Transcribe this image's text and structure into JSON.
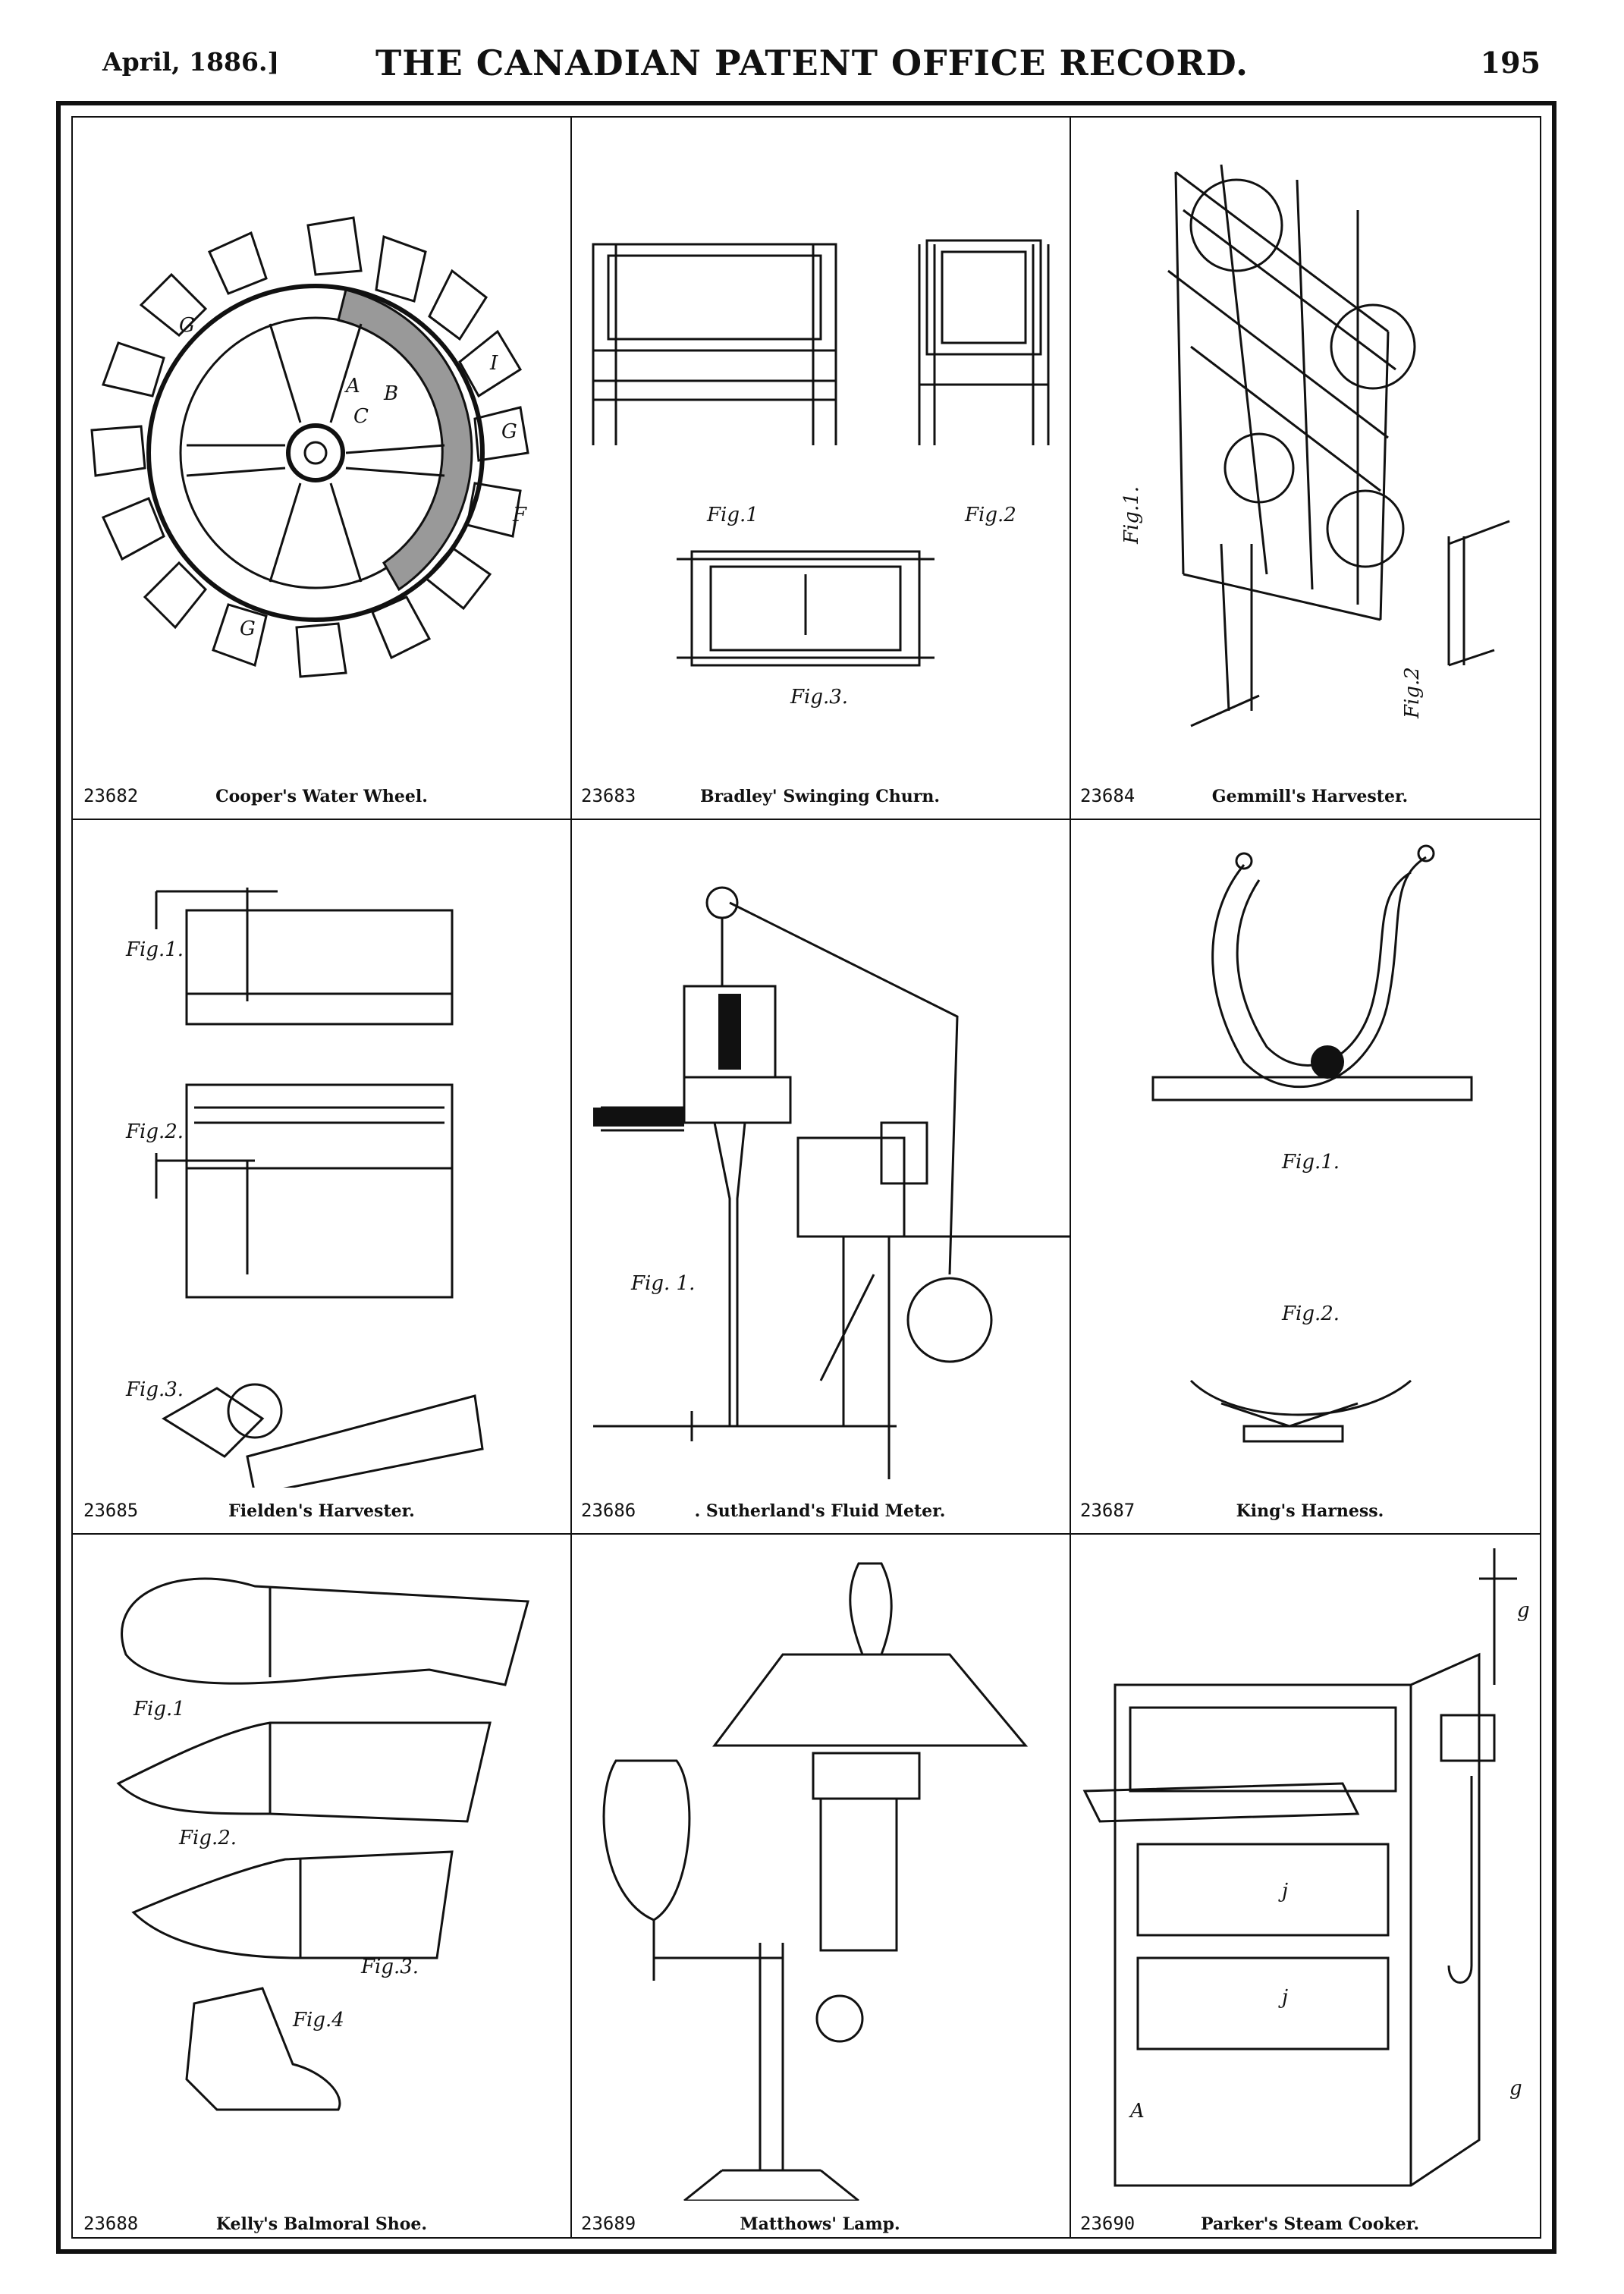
{
  "header": {
    "date": "April, 1886.]",
    "title": "THE CANADIAN PATENT OFFICE RECORD.",
    "page_number": "195"
  },
  "figures": [
    {
      "number": "23682",
      "title": "Cooper's Water Wheel."
    },
    {
      "number": "23683",
      "title": "Bradley' Swinging Churn."
    },
    {
      "number": "23684",
      "title": "Gemmill's Harvester."
    },
    {
      "number": "23685",
      "title": "Fielden's Harvester."
    },
    {
      "number": "23686",
      "title": ". Sutherland's Fluid Meter."
    },
    {
      "number": "23687",
      "title": "King's Harness."
    },
    {
      "number": "23688",
      "title": "Kelly's Balmoral Shoe."
    },
    {
      "number": "23689",
      "title": "Matthows' Lamp."
    },
    {
      "number": "23690",
      "title": "Parker's Steam Cooker."
    }
  ]
}
